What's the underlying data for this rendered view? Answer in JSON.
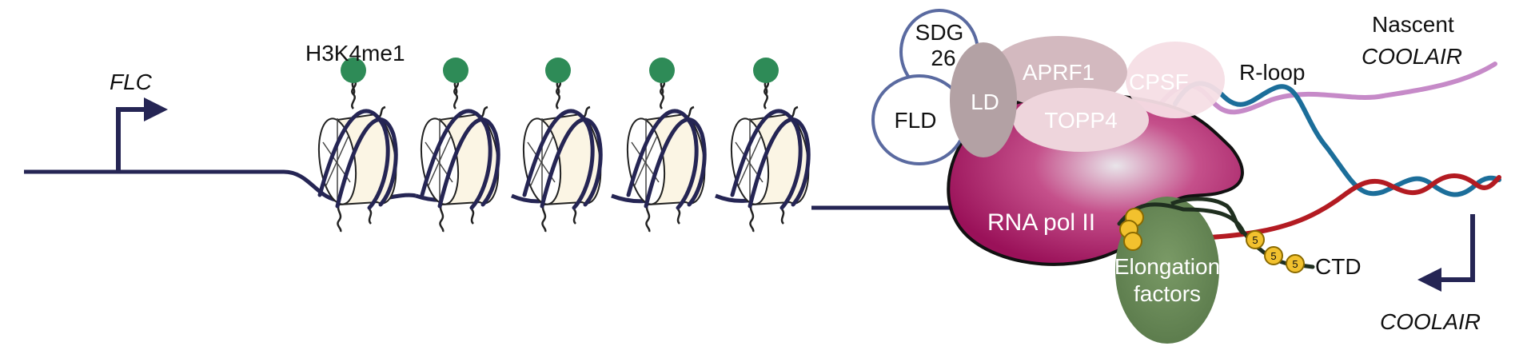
{
  "labels": {
    "flc": "FLC",
    "h3k4me1": "H3K4me1",
    "sdg_line1": "SDG",
    "sdg_line2": "26",
    "fld": "FLD",
    "ld": "LD",
    "aprf1": "APRF1",
    "cpsf": "CPSF",
    "topp4": "TOPP4",
    "rna_pol2": "RNA pol II",
    "elong_line1": "Elongation",
    "elong_line2": "factors",
    "rloop": "R-loop",
    "nascent_line1": "Nascent",
    "nascent_line2": "COOLAIR",
    "ctd": "CTD",
    "coolair": "COOLAIR",
    "phospho_mark": "5"
  },
  "colors": {
    "dna": "#252554",
    "histone_mark": "#2e8b57",
    "pol2": "#a0155f",
    "ld_protein": "#b3a1a4",
    "aprf1_protein": "#d3b9bf",
    "topp4_protein": "#eed5dc",
    "cpsf_protein": "#f5dee5",
    "sdg_fld_outline": "#5a6aa0",
    "elongation_factors": "#5f7d4e",
    "nascent_rna": "#c68ac8",
    "rna_strand": "#b31b22",
    "dna_strand2": "#1c6e9a",
    "phospho": "#f2c12e"
  }
}
